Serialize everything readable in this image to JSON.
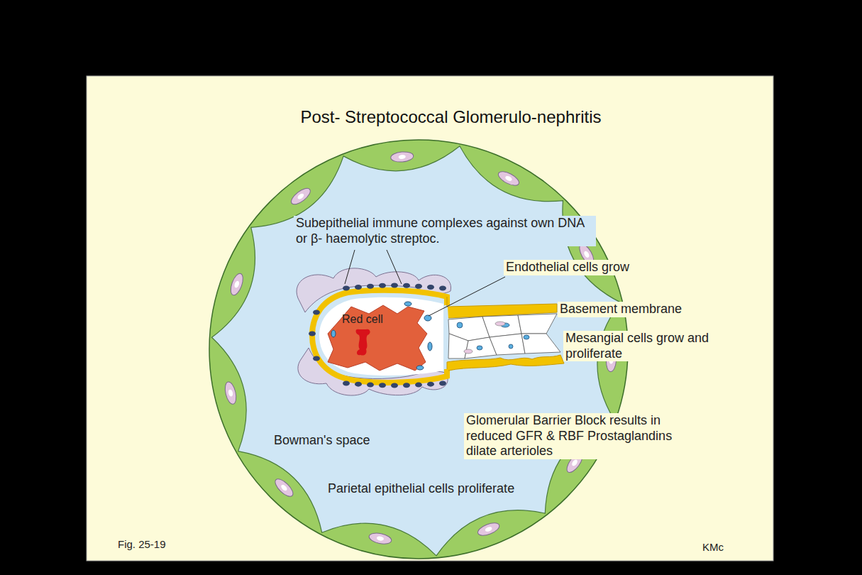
{
  "diagram": {
    "title": "Post- Streptococcal Glomerulo-nephritis",
    "labels": [
      "Subepithelial immune complexes against own DNA or β- haemolytic streptoc.",
      "Endothelial cells grow",
      "Red cell",
      "Basement membrane",
      "Mesangial cells grow and proliferate",
      "Glomerular Barrier Block results in reduced GFR & RBF Prostaglandins dilate arterioles",
      "Bowman's space",
      "Parietal epithelial cells proliferate",
      "Fig. 25-19",
      "KMc"
    ]
  }
}
